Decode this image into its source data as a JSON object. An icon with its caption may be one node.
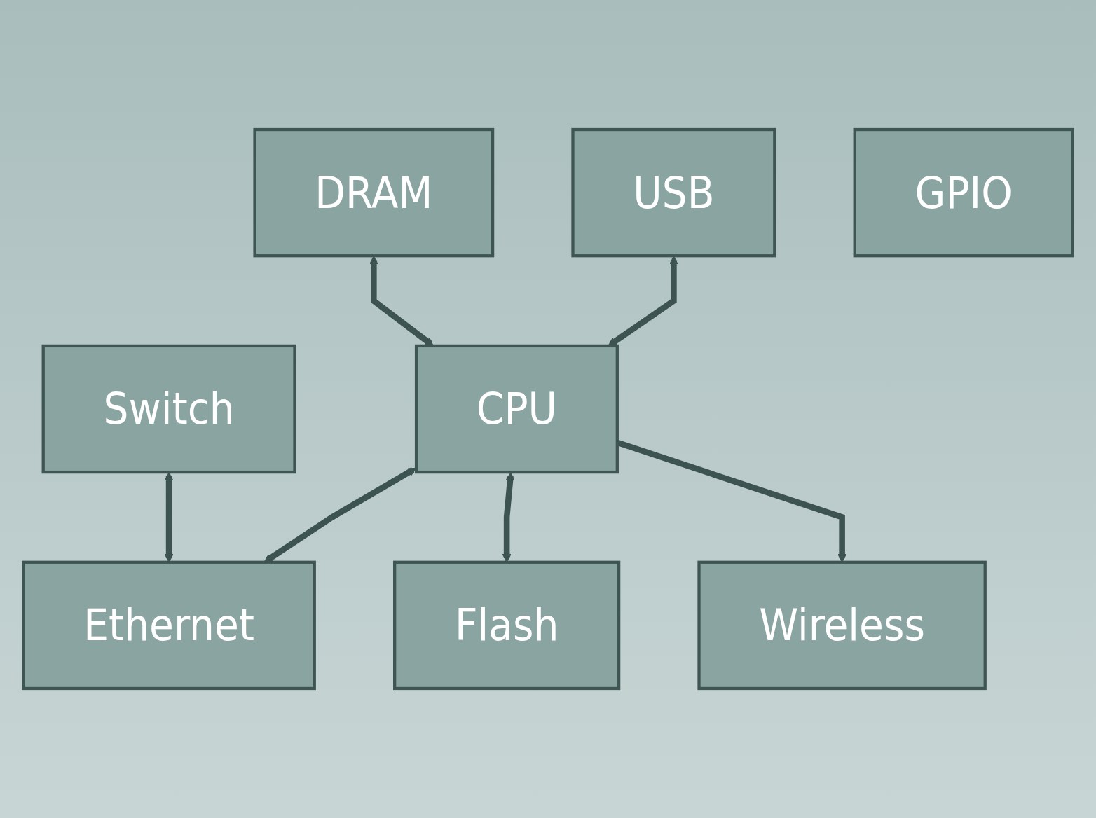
{
  "diagram": {
    "nodes": [
      {
        "text": [
          "DRAM"
        ]
      },
      {
        "text": [
          "Switch"
        ]
      },
      {
        "text": [
          "USB"
        ]
      },
      {
        "text": [
          "CPU"
        ]
      },
      {
        "text": [
          "Ethernet"
        ]
      },
      {
        "text": [
          "GPIO"
        ]
      },
      {
        "text": [
          "Flash"
        ]
      },
      {
        "text": [
          "Wireless"
        ]
      }
    ],
    "edges": [
      {
        "from": 0,
        "to": 3,
        "arrow": "both"
      },
      {
        "from": 1,
        "to": 4,
        "arrow": "both"
      },
      {
        "from": 2,
        "to": 3,
        "arrow": "both"
      },
      {
        "from": 3,
        "to": 4,
        "arrow": "both"
      },
      {
        "from": 3,
        "to": 6,
        "arrow": "both"
      },
      {
        "from": 3,
        "to": 7,
        "arrow": "to"
      }
    ]
  }
}
